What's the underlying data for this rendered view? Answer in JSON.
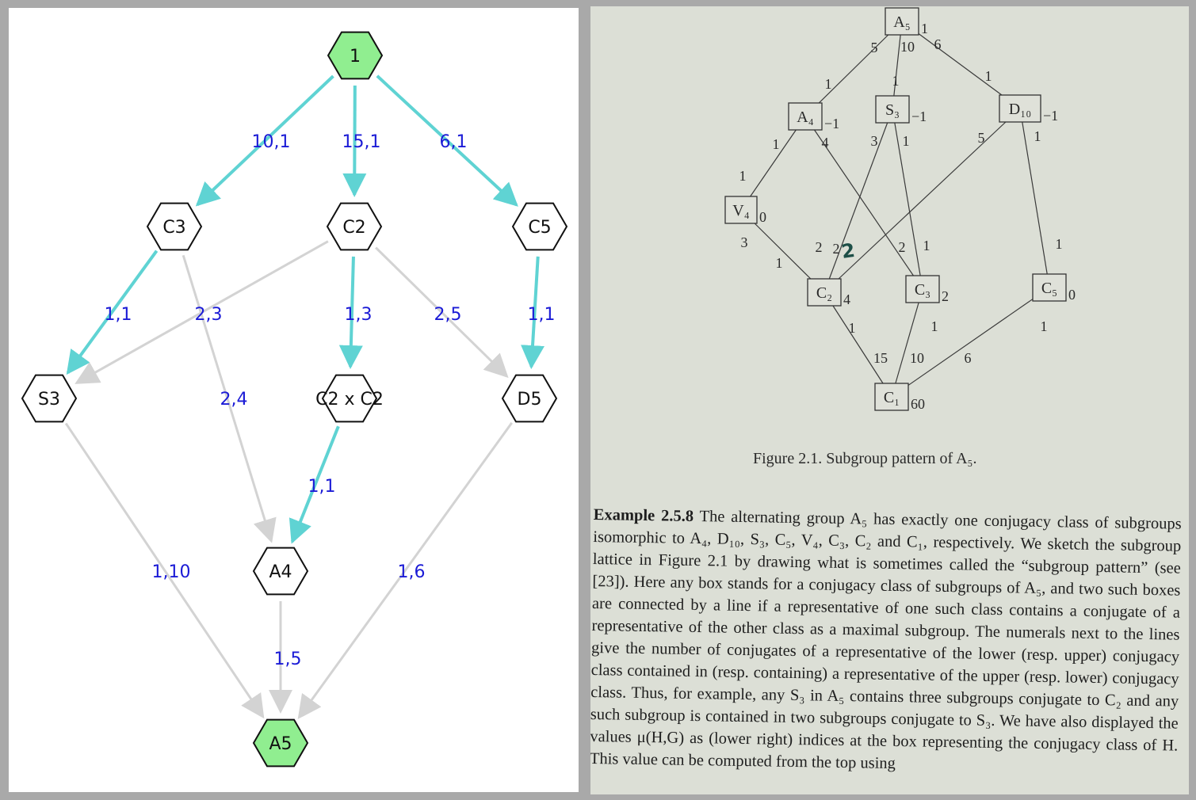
{
  "left": {
    "nodes": [
      {
        "id": "n1",
        "label": "1",
        "fill": "#90ee90"
      },
      {
        "id": "c3",
        "label": "C3",
        "fill": "#ffffff"
      },
      {
        "id": "c2",
        "label": "C2",
        "fill": "#ffffff"
      },
      {
        "id": "c5",
        "label": "C5",
        "fill": "#ffffff"
      },
      {
        "id": "s3",
        "label": "S3",
        "fill": "#ffffff"
      },
      {
        "id": "c2xc2",
        "label": "C2 x C2",
        "fill": "#ffffff"
      },
      {
        "id": "d5",
        "label": "D5",
        "fill": "#ffffff"
      },
      {
        "id": "a4",
        "label": "A4",
        "fill": "#ffffff"
      },
      {
        "id": "a5",
        "label": "A5",
        "fill": "#90ee90"
      }
    ],
    "edges": [
      {
        "from": "n1",
        "to": "c3",
        "label": "10,1",
        "highlight": true
      },
      {
        "from": "n1",
        "to": "c2",
        "label": "15,1",
        "highlight": true
      },
      {
        "from": "n1",
        "to": "c5",
        "label": "6,1",
        "highlight": true
      },
      {
        "from": "c3",
        "to": "s3",
        "label": "1,1",
        "highlight": true
      },
      {
        "from": "c3",
        "to": "a4",
        "label": "2,4",
        "highlight": false
      },
      {
        "from": "c2",
        "to": "s3",
        "label": "2,3",
        "highlight": false
      },
      {
        "from": "c2",
        "to": "c2xc2",
        "label": "1,3",
        "highlight": true
      },
      {
        "from": "c2",
        "to": "d5",
        "label": "2,5",
        "highlight": false
      },
      {
        "from": "c5",
        "to": "d5",
        "label": "1,1",
        "highlight": true
      },
      {
        "from": "s3",
        "to": "a5",
        "label": "1,10",
        "highlight": false
      },
      {
        "from": "c2xc2",
        "to": "a4",
        "label": "1,1",
        "highlight": true
      },
      {
        "from": "d5",
        "to": "a5",
        "label": "1,6",
        "highlight": false
      },
      {
        "from": "a4",
        "to": "a5",
        "label": "1,5",
        "highlight": false
      }
    ],
    "colors": {
      "highlight_edge": "#5fd3d3",
      "normal_edge": "#d3d3d3",
      "edge_label": "#1b1bd6",
      "green_node": "#90ee90"
    }
  },
  "right": {
    "boxes": [
      {
        "id": "A5",
        "label": "A₅",
        "mu": "1"
      },
      {
        "id": "A4",
        "label": "A₄",
        "mu": "−1"
      },
      {
        "id": "S3",
        "label": "S₃",
        "mu": "−1"
      },
      {
        "id": "D10",
        "label": "D₁₀",
        "mu": "−1"
      },
      {
        "id": "V4",
        "label": "V₄",
        "mu": "0"
      },
      {
        "id": "C2",
        "label": "C₂",
        "mu": "4"
      },
      {
        "id": "C3",
        "label": "C₃",
        "mu": "2"
      },
      {
        "id": "C5",
        "label": "C₅",
        "mu": "0"
      },
      {
        "id": "C1",
        "label": "C₁",
        "mu": "60"
      }
    ],
    "lines": [
      {
        "from": "A5",
        "to": "A4",
        "upper": "5",
        "lower": "1"
      },
      {
        "from": "A5",
        "to": "S3",
        "upper": "10",
        "lower": "1"
      },
      {
        "from": "A5",
        "to": "D10",
        "upper": "6",
        "lower": "1"
      },
      {
        "from": "A4",
        "to": "V4",
        "upper": "1",
        "lower": "1"
      },
      {
        "from": "A4",
        "to": "C3",
        "upper": "4",
        "lower": "2"
      },
      {
        "from": "S3",
        "to": "C2",
        "upper": "3",
        "lower": "2"
      },
      {
        "from": "S3",
        "to": "C3",
        "upper": "1",
        "lower": "1"
      },
      {
        "from": "D10",
        "to": "C2",
        "upper": "5",
        "lower": "2"
      },
      {
        "from": "D10",
        "to": "C5",
        "upper": "1",
        "lower": "1"
      },
      {
        "from": "V4",
        "to": "C2",
        "upper": "3",
        "lower": "1"
      },
      {
        "from": "C2",
        "to": "C1",
        "upper": "1",
        "lower": "15"
      },
      {
        "from": "C3",
        "to": "C1",
        "upper": "1",
        "lower": "10"
      },
      {
        "from": "C5",
        "to": "C1",
        "upper": "1",
        "lower": "6"
      }
    ],
    "handwritten_annotation": "2",
    "caption": "Figure 2.1. Subgroup pattern of A₅.",
    "example_heading": "Example 2.5.8",
    "example_text": "The alternating group A₅ has exactly one conjugacy class of subgroups isomorphic to A₄, D₁₀, S₃, C₅, V₄, C₃, C₂ and C₁, respectively. We sketch the subgroup lattice in Figure 2.1 by drawing what is sometimes called the “subgroup pattern” (see [23]). Here any box stands for a conjugacy class of subgroups of A₅, and two such boxes are connected by a line if a representative of one such class contains a conjugate of a representative of the other class as a maximal subgroup. The numerals next to the lines give the number of conjugates of a representative of the lower (resp. upper) conjugacy class contained in (resp. containing) a representative of the upper (resp. lower) conjugacy class. Thus, for example, any S₃ in A₅ contains three subgroups conjugate to C₂ and any such subgroup is contained in two subgroups conjugate to S₃. We have also displayed the values μ(H,G) as (lower right) indices at the box representing the conjugacy class of H. This value can be computed from the top using"
  }
}
